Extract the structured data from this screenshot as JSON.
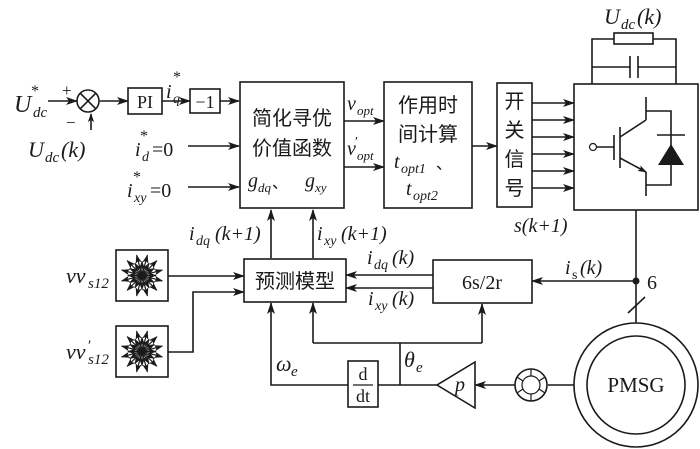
{
  "diagram": {
    "title": "MPC control block diagram of six-phase PMSG",
    "inputs": {
      "udc_ref": "U",
      "udc_ref_sub": "dc",
      "udc_ref_sup": "*",
      "udc_meas": "U",
      "udc_meas_sub": "dc",
      "udc_meas_arg": "(k)",
      "plus_sign": "+",
      "minus_sign": "−",
      "iq_ref": "i",
      "iq_ref_sub": "q",
      "iq_ref_sup": "*",
      "id_ref": "i",
      "id_ref_sub": "d",
      "id_ref_sup": "*",
      "id_ref_val": "=0",
      "ixy_ref": "i",
      "ixy_ref_sub": "xy",
      "ixy_ref_sup": "*",
      "ixy_ref_val": "=0"
    },
    "blocks": {
      "pi": "PI",
      "gain": "−1",
      "cost_line1": "简化寻优",
      "cost_line2": "价值函数",
      "cost_g1": "g",
      "cost_g1_sub": "dq",
      "cost_sep": "、",
      "cost_g2": "g",
      "cost_g2_sub": "xy",
      "time_line1": "作用时",
      "time_line2": "间计算",
      "time_t1": "t",
      "time_t1_sub": "opt1",
      "time_sep": "、",
      "time_t2": "t",
      "time_t2_sub": "opt2",
      "switch_chars": [
        "开",
        "关",
        "信",
        "号"
      ],
      "predict": "预测模型",
      "transform": "6s/2r",
      "deriv_num": "d",
      "deriv_den": "dt",
      "pole_gain": "p",
      "generator": "PMSG"
    },
    "signals": {
      "v_opt": "v",
      "v_opt_sub": "opt",
      "v_opt2": "v",
      "v_opt2_prime": "′",
      "v_opt2_sub": "opt",
      "s_next": "s(k+1)",
      "udc_top": "U",
      "udc_top_sub": "dc",
      "udc_top_arg": "(k)",
      "idq_next": "i",
      "idq_next_sub": "dq",
      "idq_next_arg": "(k+1)",
      "ixy_next": "i",
      "ixy_next_sub": "xy",
      "ixy_next_arg": "(k+1)",
      "idq_k": "i",
      "idq_k_sub": "dq",
      "idq_k_arg": "(k)",
      "ixy_k": "i",
      "ixy_k_sub": "xy",
      "ixy_k_arg": "(k)",
      "is_k": "i",
      "is_k_sub": "s",
      "is_k_arg": "(k)",
      "phase_count": "6",
      "theta": "θ",
      "theta_sub": "e",
      "omega": "ω",
      "omega_sub": "e"
    },
    "vector_sets": {
      "vv1": "vv",
      "vv1_sub": "s12",
      "vv2": "vv",
      "vv2_prime": "′",
      "vv2_sub": "s12"
    }
  }
}
